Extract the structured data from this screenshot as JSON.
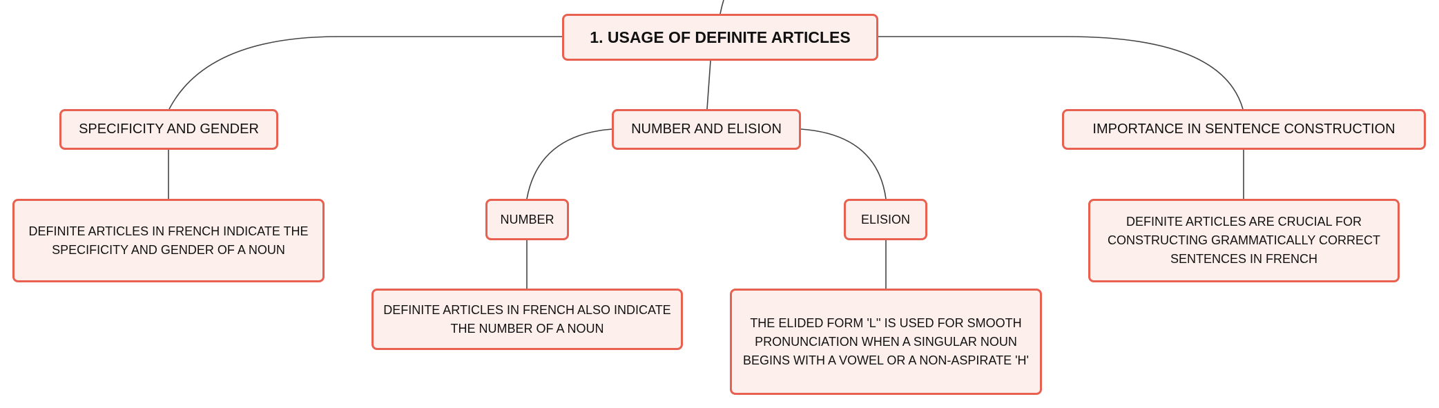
{
  "theme": {
    "border": "#e8604f",
    "fill": "#fdf0ec",
    "line": "#444444",
    "text": "#111111"
  },
  "root": {
    "label": "1. USAGE OF DEFINITE ARTICLES"
  },
  "branches": [
    {
      "label": "SPECIFICITY AND GENDER",
      "detail": "DEFINITE ARTICLES IN FRENCH INDICATE THE SPECIFICITY AND GENDER OF A NOUN"
    },
    {
      "label": "NUMBER AND ELISION",
      "children": [
        {
          "label": "NUMBER",
          "detail": "DEFINITE ARTICLES IN FRENCH ALSO INDICATE THE NUMBER OF A NOUN"
        },
        {
          "label": "ELISION",
          "detail": "THE ELIDED FORM 'L'' IS USED FOR SMOOTH PRONUNCIATION WHEN A SINGULAR NOUN BEGINS WITH A VOWEL OR A NON-ASPIRATE 'H'"
        }
      ]
    },
    {
      "label": "IMPORTANCE IN SENTENCE CONSTRUCTION",
      "detail": "DEFINITE ARTICLES ARE CRUCIAL FOR CONSTRUCTING GRAMMATICALLY CORRECT SENTENCES IN FRENCH"
    }
  ]
}
